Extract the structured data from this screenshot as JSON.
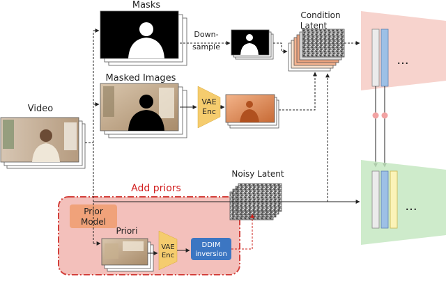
{
  "labels": {
    "masks": "Masks",
    "downsample_1": "Down-",
    "downsample_2": "sample",
    "condition_latent_1": "Condition",
    "condition_latent_2": "Latent",
    "masked_images": "Masked Images",
    "video": "Video",
    "vae_enc_top_1": "VAE",
    "vae_enc_top_2": "Enc",
    "add_priors": "Add priors",
    "noisy_latent": "Noisy Latent",
    "prior_model_1": "Prior",
    "prior_model_2": "Model",
    "priori": "Priori",
    "vae_enc_bottom_1": "VAE",
    "vae_enc_bottom_2": "Enc",
    "ddim_1": "DDIM",
    "ddim_2": "inversion",
    "ellipsis_top": "...",
    "ellipsis_bottom": "..."
  },
  "colors": {
    "vae": "#f5cc6e",
    "ddim": "#3c76c2",
    "prior_panel": "#f2b6b0",
    "prior_border": "#cc1f1a",
    "prior_model": "#f0a27a",
    "condition_unet": "#f6cbc4",
    "denoise_unet": "#c5e7c2",
    "bar_gray": "#ebebeb",
    "bar_blue": "#9dc0e6",
    "bar_yellow": "#fbf3b8",
    "connector_dot": "#f2a3a3",
    "add_priors_text": "#d21f1f"
  }
}
